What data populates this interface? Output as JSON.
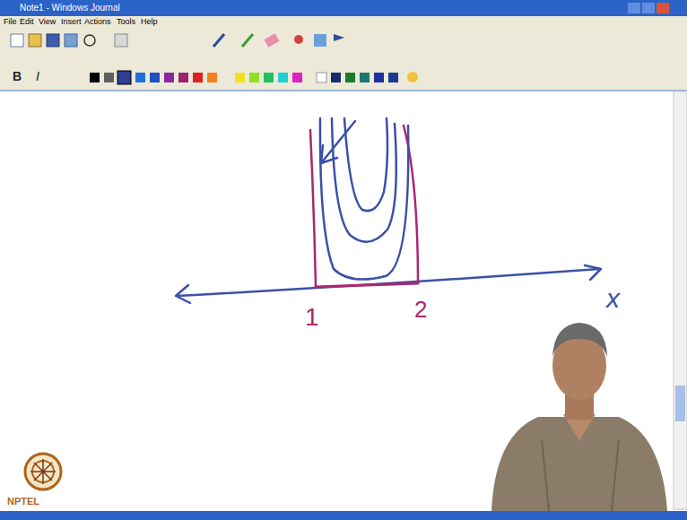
{
  "diagram": {
    "labels": [
      "Note1 - Windows Journal",
      "File",
      "Edit",
      "View",
      "Insert",
      "Actions",
      "Tools",
      "Help",
      "B",
      "I",
      "1",
      "2",
      "x",
      "NPTEL"
    ]
  }
}
